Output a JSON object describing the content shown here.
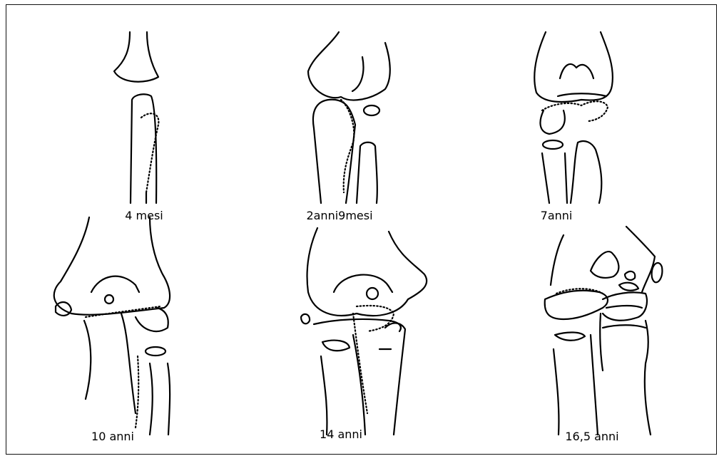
{
  "figure": {
    "panels": [
      {
        "id": "p1",
        "caption": "4 mesi"
      },
      {
        "id": "p2",
        "caption": "2anni9mesi"
      },
      {
        "id": "p3",
        "caption": "7anni"
      },
      {
        "id": "p4",
        "caption": "10 anni"
      },
      {
        "id": "p5",
        "caption": "14 anni"
      },
      {
        "id": "p6",
        "caption": "16,5 anni"
      }
    ]
  }
}
